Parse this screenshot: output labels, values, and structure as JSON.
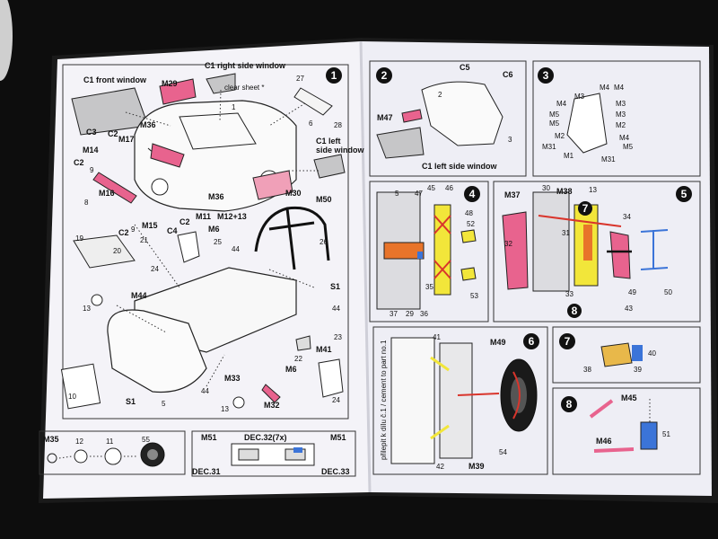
{
  "scene": {
    "description_free": true,
    "colors": {
      "background": "#0d0d0d",
      "paper_left": "#f4f3f8",
      "paper_right": "#eeeef5",
      "accent_pink": "#e8638e",
      "accent_yellow": "#f2e63a",
      "accent_red": "#d9352c",
      "accent_orange": "#e8742a",
      "accent_blue": "#3b74d8"
    }
  },
  "left_page": {
    "step1": {
      "number": "1"
    },
    "labels": {
      "c1_front_window": "C1 front window",
      "c1_right_side_window": "C1 right side window",
      "clear_sheet": "clear sheet *",
      "c1_left_side_window": "C1 left\nside window",
      "m29": "M29",
      "m36a": "M36",
      "m36b": "M36",
      "m17": "M17",
      "m14": "M14",
      "m16": "M16",
      "m15": "M15",
      "m11": "M11",
      "m12_13": "M12+13",
      "m30": "M30",
      "m50": "M50",
      "m6a": "M6",
      "m6b": "M6",
      "m44": "M44",
      "m41": "M41",
      "m33": "M33",
      "m32": "M32",
      "c2a": "C2",
      "c2b": "C2",
      "c2c": "C2",
      "c2d": "C2",
      "c3": "C3",
      "c4": "C4",
      "s1a": "S1",
      "s1b": "S1",
      "n27": "27",
      "n1": "1",
      "n6": "6",
      "n28": "28",
      "n9a": "9",
      "n9b": "9",
      "n8": "8",
      "n19": "19",
      "n20": "20",
      "n21": "21",
      "n24a": "24",
      "n24b": "24",
      "n25": "25",
      "n26": "26",
      "n44a": "44",
      "n44b": "44",
      "n44c": "44",
      "n13a": "13",
      "n13b": "13",
      "n10": "10",
      "n5": "5",
      "n22": "22",
      "n23": "23"
    },
    "wheel_box": {
      "labels": {
        "m35": "M35",
        "n12": "12",
        "n11": "11",
        "n55": "55"
      }
    },
    "decal_box": {
      "labels": {
        "m51a": "M51",
        "m51b": "M51",
        "dec32": "DEC.32(7x)",
        "dec31": "DEC.31",
        "dec33": "DEC.33"
      }
    }
  },
  "right_page": {
    "step2": {
      "number": "2",
      "labels": {
        "c5": "C5",
        "c6": "C6",
        "n2": "2",
        "n3": "3",
        "m47": "M47",
        "c1_left": "C1 left side window"
      }
    },
    "step3": {
      "number": "3",
      "labels": {
        "m4a": "M4",
        "m4b": "M4",
        "m4c": "M4",
        "m4d": "M4",
        "m5a": "M5",
        "m5b": "M5",
        "m5c": "M5",
        "m3a": "M3",
        "m3b": "M3",
        "m3c": "M3",
        "m2a": "M2",
        "m2b": "M2",
        "m31a": "M31",
        "m31b": "M31",
        "m1": "M1"
      }
    },
    "step4": {
      "number": "4",
      "labels": {
        "n5": "5",
        "n47": "47",
        "n45": "45",
        "n46": "46",
        "n48": "48",
        "n52": "52",
        "n53": "53",
        "n35": "35",
        "n37": "37",
        "n29": "29",
        "n36": "36"
      }
    },
    "step5": {
      "number": "5",
      "labels": {
        "m37": "M37",
        "n30": "30",
        "m38": "M38",
        "n13": "13",
        "n34": "34",
        "n31": "31",
        "n32": "32",
        "n33": "33",
        "n49": "49",
        "n50": "50",
        "n43": "43",
        "step7": "7",
        "step8": "8"
      }
    },
    "step6": {
      "number": "6",
      "labels": {
        "n41": "41",
        "m49": "M49",
        "n54": "54",
        "n42": "42",
        "m39": "M39",
        "side_note": "přilepit k dílu č.1 / cement to part no.1"
      }
    },
    "step7": {
      "number": "7",
      "labels": {
        "n38": "38",
        "n39": "39",
        "n40": "40"
      }
    },
    "step8": {
      "number": "8",
      "labels": {
        "m45": "M45",
        "m46": "M46",
        "n51": "51"
      }
    }
  }
}
